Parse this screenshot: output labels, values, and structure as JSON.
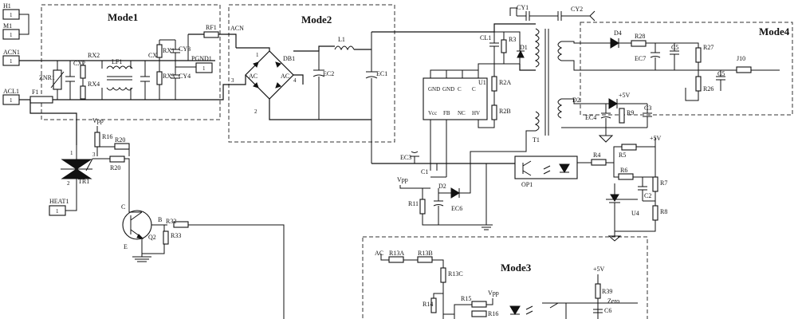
{
  "modes": {
    "m1": "Mode1",
    "m2": "Mode2",
    "m3": "Mode3",
    "m4": "Mode4"
  },
  "terminals": {
    "h1": "H1",
    "m1": "M1",
    "acn1": "ACN1",
    "acl1": "ACL1",
    "heat1": "HEAT1",
    "pgnd1": "PGND1",
    "pin": "1"
  },
  "labels": {
    "znr1": "ZNR1",
    "cx2": "CX2",
    "rx2": "RX2",
    "rx4": "RX4",
    "lf1": "LF1",
    "cx1": "CX1",
    "rx1": "RX1",
    "rx3": "RX3",
    "cy3": "CY3",
    "cy4": "CY4",
    "rf1": "RF1",
    "f1": "F1",
    "acn": "ACN",
    "db1": "DB1",
    "ac": "AC",
    "l1": "L1",
    "ec2": "EC2",
    "ec1": "EC1",
    "cy1": "CY1",
    "cy2": "CY2",
    "c1l": "CL1",
    "r3": "R3",
    "d1": "D1",
    "u1": "U1",
    "r2a": "R2A",
    "r2b": "R2B",
    "t1": "T1",
    "d4": "D4",
    "r28": "R28",
    "ec7": "EC7",
    "c5": "C5",
    "r27": "R27",
    "j10": "J10",
    "r26": "R26",
    "c5b": "C5",
    "d2b": "D2",
    "plus5v": "+5V",
    "ec4": "EC4",
    "r9": "R9",
    "c3": "C3",
    "vpp": "Vpp",
    "r16": "R16",
    "r20": "R20",
    "tr1": "TR1",
    "q2": "Q2",
    "r32": "R32",
    "r33": "R33",
    "b": "B",
    "c": "C",
    "e": "E",
    "ec3": "EC3",
    "c1": "C1",
    "d2": "D2",
    "r11": "R11",
    "ec6": "EC6",
    "op1": "OP1",
    "r4": "R4",
    "r5": "R5",
    "r6": "R6",
    "c2": "C2",
    "r7": "R7",
    "r8": "R8",
    "u4": "U4",
    "ac3": "AC",
    "r13a": "R13A",
    "r13b": "R13B",
    "r13c": "R13C",
    "r14": "R14",
    "r15": "R15",
    "r16b": "R16",
    "r39": "R39",
    "zero": "Zero",
    "c6": "C6",
    "gnd": "GND",
    "fb": "FB",
    "vcc": "Vcc",
    "nc": "NC",
    "hv": "HV",
    "cpin": "C"
  },
  "u1_pins": {
    "top": [
      "GND",
      "GND",
      "C",
      "C"
    ],
    "bottom": [
      "Vcc",
      "FB",
      "NC",
      "HV"
    ]
  }
}
